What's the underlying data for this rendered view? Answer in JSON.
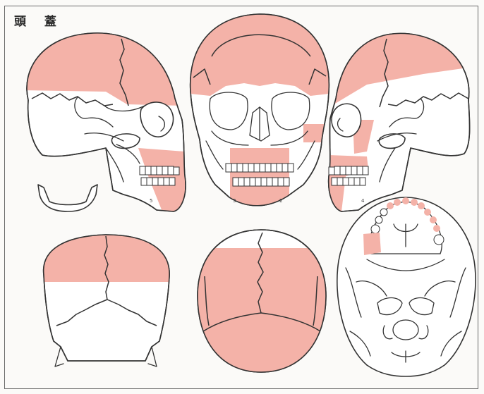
{
  "title": "頭 蓋",
  "colors": {
    "highlight": "#f4b2a8",
    "outline": "#333333",
    "frame": "#6a6a6a"
  },
  "views": [
    {
      "name": "right-lateral-view",
      "number": "5"
    },
    {
      "name": "anterior-view",
      "numbers": [
        "3",
        "2"
      ]
    },
    {
      "name": "left-lateral-view",
      "number": "4"
    },
    {
      "name": "posterior-view"
    },
    {
      "name": "superior-view"
    },
    {
      "name": "inferior-view"
    }
  ]
}
